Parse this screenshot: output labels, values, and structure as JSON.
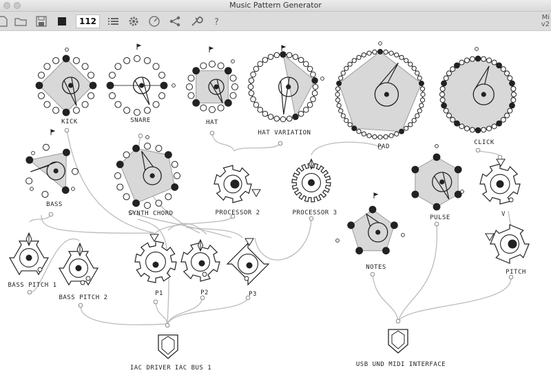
{
  "window": {
    "title": "Music Pattern Generator"
  },
  "toolbar": {
    "tempo": "112",
    "corner_top": "Mi",
    "corner_bottom": "v2",
    "icons": [
      "document-icon",
      "folder-icon",
      "save-icon",
      "stop-icon",
      "list-icon",
      "gear-icon",
      "gauge-icon",
      "share-icon",
      "wrench-icon",
      "help-icon"
    ]
  },
  "modules": {
    "kick": "KICK",
    "snare": "SNARE",
    "hat": "HAT",
    "hat_variation": "HAT VARIATION",
    "pad": "PAD",
    "click": "CLICK",
    "bass": "BASS",
    "synth_chord": "SYNTH CHORD",
    "processor_2": "PROCESSOR 2",
    "processor_3": "PROCESSOR 3",
    "pulse": "PULSE",
    "v": "V",
    "bass_pitch_1": "BASS PITCH 1",
    "bass_pitch_2": "BASS PITCH 2",
    "p1": "P1",
    "p2": "P2",
    "p3": "P3",
    "notes": "NOTES",
    "pitch": "PITCH",
    "iac_out": "IAC DRIVER IAC BUS 1",
    "usb_out": "USB UND MIDI INTERFACE"
  }
}
